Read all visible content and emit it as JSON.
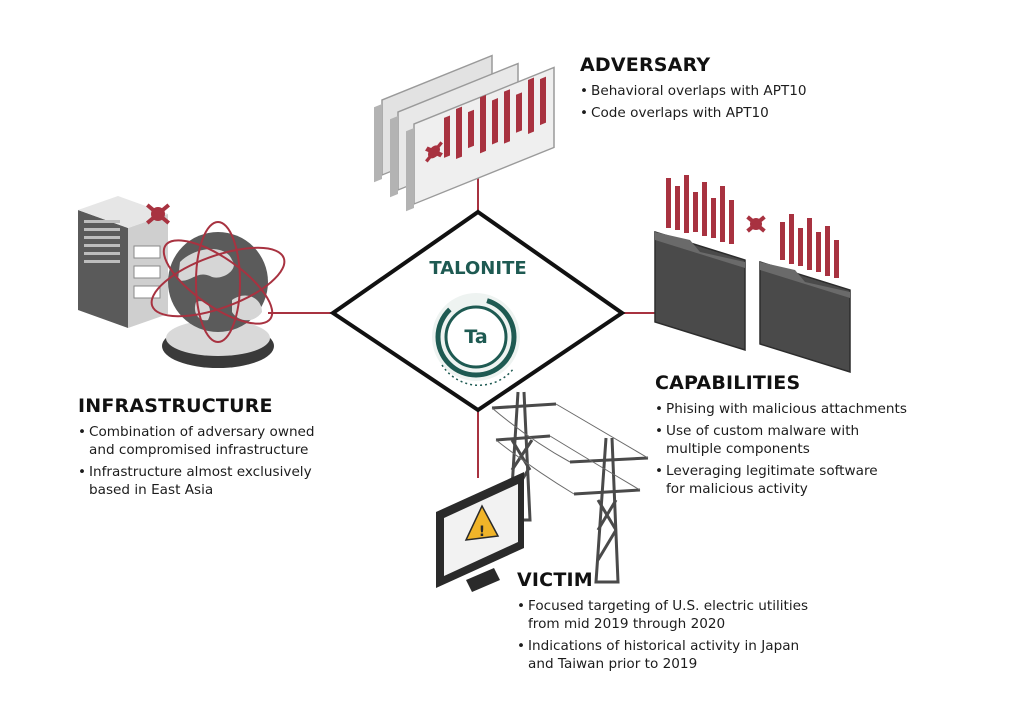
{
  "center": {
    "title": "TALONITE",
    "badge": "Ta"
  },
  "adversary": {
    "title": "ADVERSARY",
    "items": [
      "Behavioral overlaps with APT10",
      "Code overlaps with APT10"
    ]
  },
  "capabilities": {
    "title": "CAPABILITIES",
    "items": [
      "Phising with malicious attachments",
      "Use of custom malware with\nmultiple components",
      "Leveraging legitimate software\nfor malicious activity"
    ]
  },
  "infrastructure": {
    "title": "INFRASTRUCTURE",
    "items": [
      "Combination of adversary owned\nand compromised infrastructure",
      "Infrastructure almost exclusively\nbased in East Asia"
    ]
  },
  "victim": {
    "title": "VICTIM",
    "items": [
      "Focused targeting of U.S. electric utilities\nfrom mid 2019 through 2020",
      "Indications of historical activity in Japan\nand Taiwan prior to 2019"
    ]
  },
  "colors": {
    "accent_red": "#a83240",
    "teal": "#1e5a52",
    "dark": "#111111",
    "gray": "#8a8a8a"
  },
  "icons": {
    "adversary": "skull-crossbones-panels-icon",
    "capabilities": "malware-folders-icon",
    "infrastructure": "server-globe-icon",
    "victim": "warning-monitor-power-tower-icon"
  }
}
